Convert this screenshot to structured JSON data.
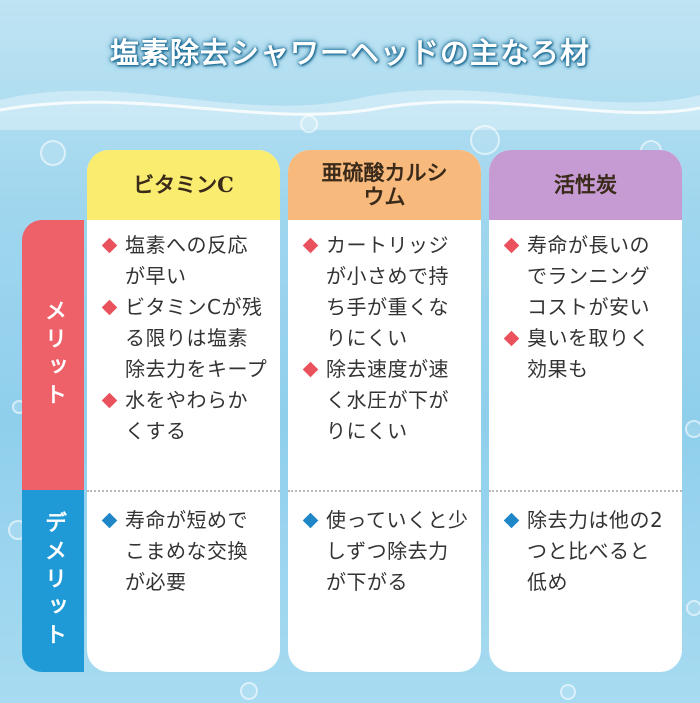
{
  "title": "塩素除去シャワーヘッドの主なろ材",
  "colors": {
    "vitamin_c": "#f9ec6f",
    "calcium_sulfite": "#f8b97c",
    "activated_carbon": "#c69bd3",
    "merit": "#ee6169",
    "demerit": "#1f9ad6"
  },
  "rows": {
    "merit": "メリット",
    "demerit": "デメリット"
  },
  "columns": [
    {
      "name": "ビタミンC",
      "merits": [
        "塩素への反応が早い",
        "ビタミンCが残る限りは塩素除去力をキープ",
        "水をやわらかくする"
      ],
      "demerits": [
        "寿命が短めでこまめな交換が必要"
      ]
    },
    {
      "name": "亜硫酸カルシウム",
      "merits": [
        "カートリッジが小さめで持ち手が重くなりにくい",
        "除去速度が速く水圧が下がりにくい"
      ],
      "demerits": [
        "使っていくと少しずつ除去力が下がる"
      ]
    },
    {
      "name": "活性炭",
      "merits": [
        "寿命が長いのでランニングコストが安い",
        "臭いを取りく効果も"
      ],
      "demerits": [
        "除去力は他の2つと比べると低め"
      ]
    }
  ]
}
